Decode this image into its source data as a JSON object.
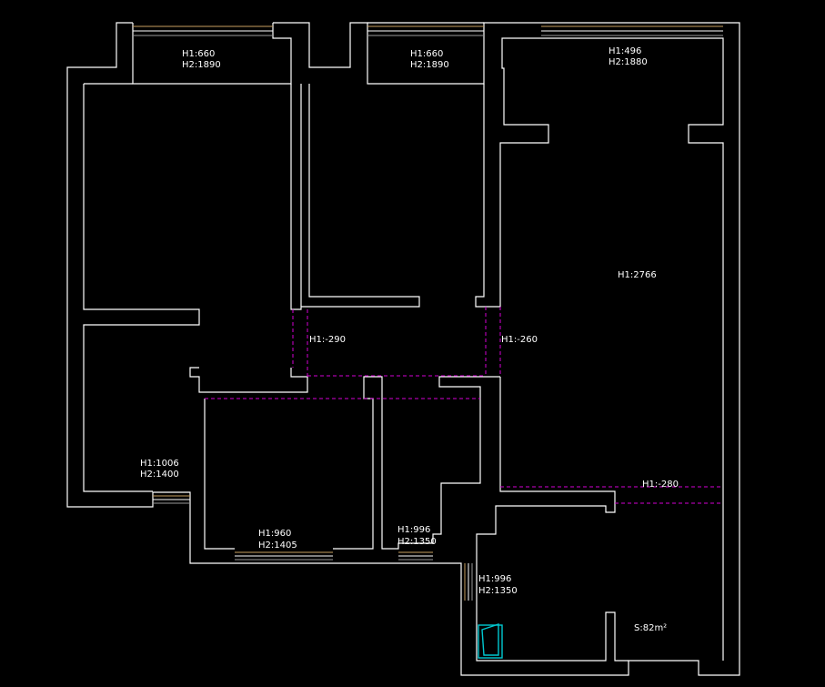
{
  "colors": {
    "background": "#000000",
    "wall": "#ffffff",
    "window_lines": [
      "#c8a060",
      "#ffffff",
      "#9a9a9a"
    ],
    "dashed_boundary": "#d400d4",
    "fixture": "#00c8d0"
  },
  "labels": {
    "win_top_left_h1": "H1:660",
    "win_top_left_h2": "H2:1890",
    "win_top_mid_h1": "H1:660",
    "win_top_mid_h2": "H2:1890",
    "win_top_right_h1": "H1:496",
    "win_top_right_h2": "H2:1880",
    "living_h1": "H1:2766",
    "opening_left_h1": "H1:-290",
    "opening_right_h1": "H1:-260",
    "opening_lower_h1": "H1:-280",
    "win_left_h1": "H1:1006",
    "win_left_h2": "H2:1400",
    "win_bottom_h1": "H1:960",
    "win_bottom_h2": "H2:1405",
    "win_bath_h1": "H1:996",
    "win_bath_h2": "H2:1350",
    "win_kitchen_h1": "H1:996",
    "win_kitchen_h2": "H2:1350",
    "area": "S:82m²"
  }
}
